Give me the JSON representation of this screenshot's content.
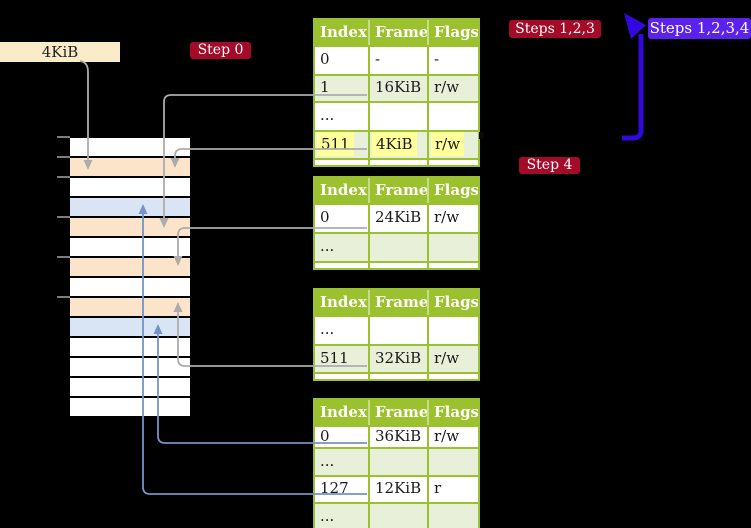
{
  "annotations": {
    "frame_label": "4KiB",
    "step0": "Step 0",
    "steps123": "Steps 1,2,3",
    "steps1234": "Steps 1,2,3,4",
    "step4": "Step 4"
  },
  "colors": {
    "background": "#000000",
    "badge_red": "#A30B28",
    "badge_violet": "#5B22EE",
    "thick_arrow_blue": "#3208DC",
    "table_header_green": "#9CC12E",
    "table_shaded_row_green": "#E9F0D9",
    "highlight_yellow": "#FFFF9C",
    "frame_peach": "#FCE4CB",
    "frame_light_blue": "#D9E4F5",
    "frame_white": "#FFFFFF",
    "frame_label_bg": "#FAECC8",
    "gray_connector": "#ACACAC",
    "blue_connector": "#7493C6"
  },
  "memory_strip": {
    "rows": [
      {
        "fill": "white"
      },
      {
        "fill": "peach"
      },
      {
        "fill": "white"
      },
      {
        "fill": "blue"
      },
      {
        "fill": "peach"
      },
      {
        "fill": "white"
      },
      {
        "fill": "peach"
      },
      {
        "fill": "white"
      },
      {
        "fill": "peach"
      },
      {
        "fill": "blue"
      },
      {
        "fill": "white"
      },
      {
        "fill": "white"
      },
      {
        "fill": "white"
      },
      {
        "fill": "white"
      }
    ]
  },
  "page_tables": [
    {
      "name": "page-table-1",
      "headers": [
        "Index",
        "Frame",
        "Flags"
      ],
      "rows": [
        {
          "cells": [
            "0",
            "-",
            "-"
          ],
          "shaded": false,
          "highlighted": false
        },
        {
          "cells": [
            "1",
            "16KiB",
            "r/w"
          ],
          "shaded": true,
          "highlighted": false
        },
        {
          "cells": [
            "...",
            "",
            ""
          ],
          "shaded": false,
          "highlighted": false
        },
        {
          "cells": [
            "511",
            "4KiB",
            "r/w"
          ],
          "shaded": true,
          "highlighted": true
        }
      ]
    },
    {
      "name": "page-table-2",
      "headers": [
        "Index",
        "Frame",
        "Flags"
      ],
      "rows": [
        {
          "cells": [
            "0",
            "24KiB",
            "r/w"
          ],
          "shaded": false,
          "highlighted": false
        },
        {
          "cells": [
            "...",
            "",
            ""
          ],
          "shaded": true,
          "highlighted": false
        }
      ]
    },
    {
      "name": "page-table-3",
      "headers": [
        "Index",
        "Frame",
        "Flags"
      ],
      "rows": [
        {
          "cells": [
            "...",
            "",
            ""
          ],
          "shaded": false,
          "highlighted": false
        },
        {
          "cells": [
            "511",
            "32KiB",
            "r/w"
          ],
          "shaded": true,
          "highlighted": false
        }
      ]
    },
    {
      "name": "page-table-4",
      "headers": [
        "Index",
        "Frame",
        "Flags"
      ],
      "rows": [
        {
          "cells": [
            "0",
            "36KiB",
            "r/w"
          ],
          "shaded": false,
          "highlighted": false
        },
        {
          "cells": [
            "...",
            "",
            ""
          ],
          "shaded": true,
          "highlighted": false
        },
        {
          "cells": [
            "127",
            "12KiB",
            "r"
          ],
          "shaded": false,
          "highlighted": false
        },
        {
          "cells": [
            "...",
            "",
            ""
          ],
          "shaded": true,
          "highlighted": false
        }
      ]
    }
  ]
}
